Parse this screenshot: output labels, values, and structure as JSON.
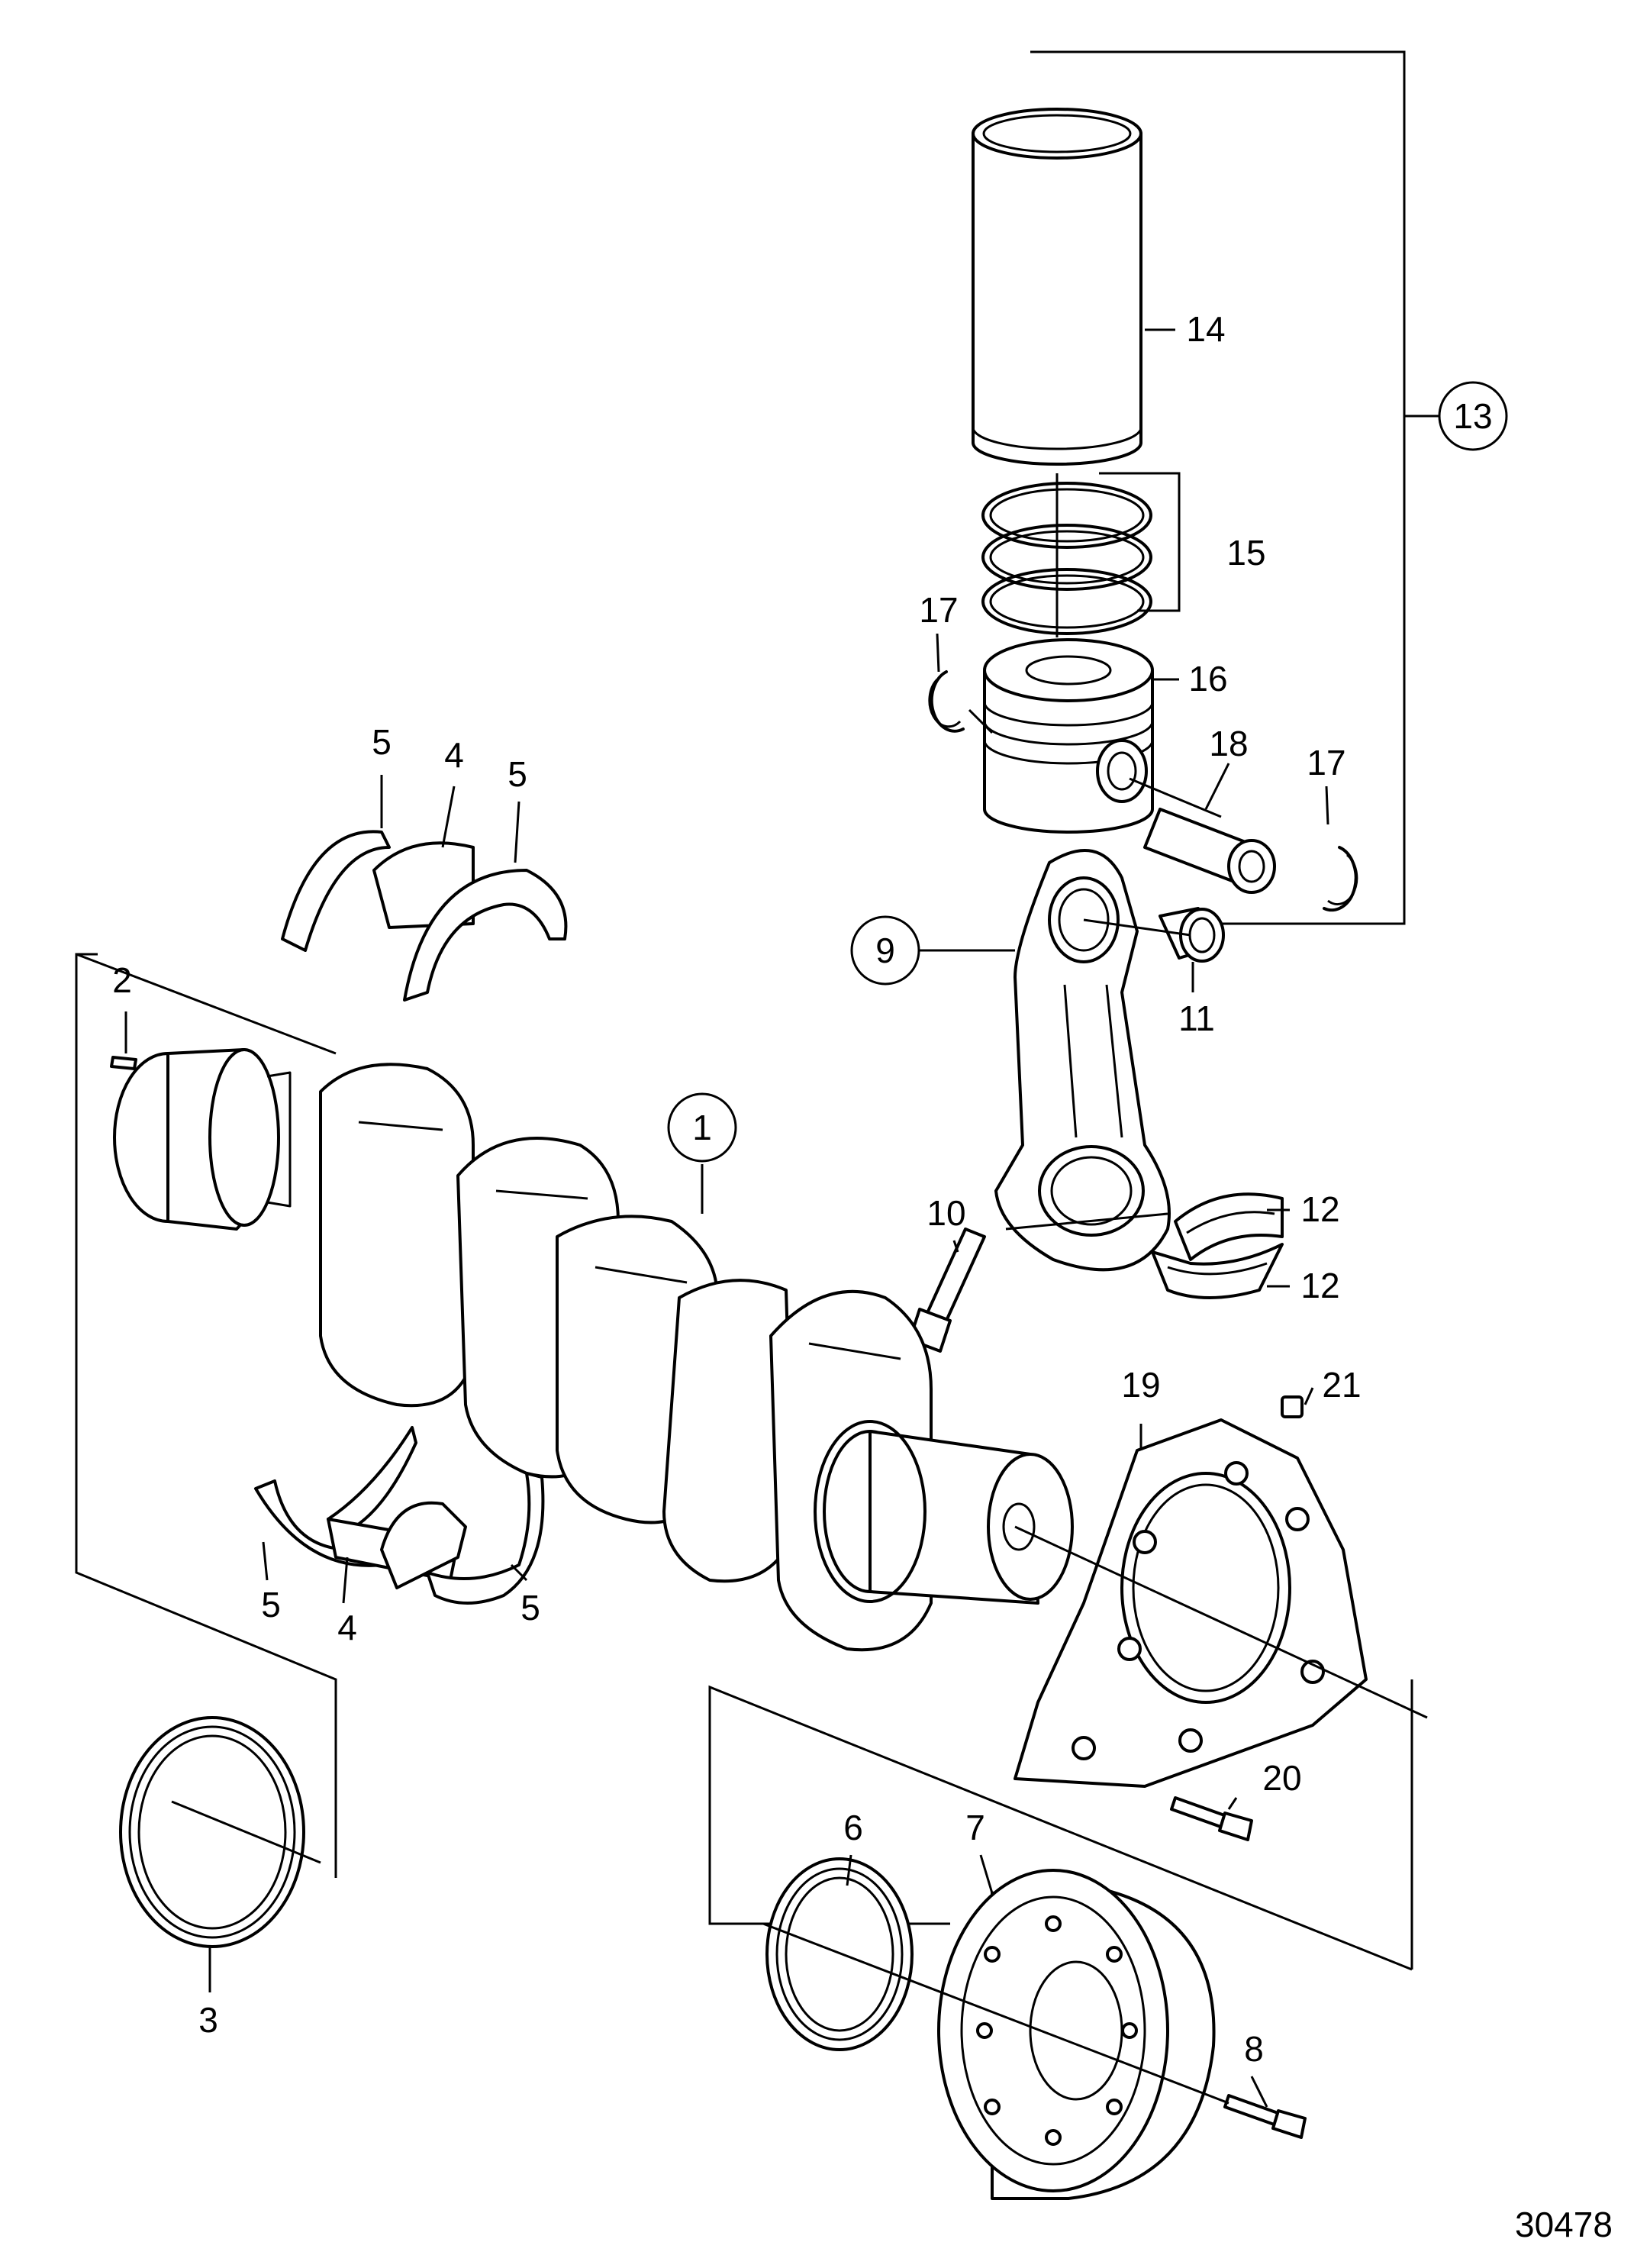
{
  "diagram": {
    "drawing_number": "30478",
    "callouts": [
      {
        "id": "c1",
        "text": "1",
        "circled": true
      },
      {
        "id": "c2",
        "text": "2",
        "circled": false
      },
      {
        "id": "c3",
        "text": "3",
        "circled": false
      },
      {
        "id": "c4a",
        "text": "4",
        "circled": false
      },
      {
        "id": "c4b",
        "text": "4",
        "circled": false
      },
      {
        "id": "c5a",
        "text": "5",
        "circled": false
      },
      {
        "id": "c5b",
        "text": "5",
        "circled": false
      },
      {
        "id": "c5c",
        "text": "5",
        "circled": false
      },
      {
        "id": "c5d",
        "text": "5",
        "circled": false
      },
      {
        "id": "c6",
        "text": "6",
        "circled": false
      },
      {
        "id": "c7",
        "text": "7",
        "circled": false
      },
      {
        "id": "c8",
        "text": "8",
        "circled": false
      },
      {
        "id": "c9",
        "text": "9",
        "circled": true
      },
      {
        "id": "c10",
        "text": "10",
        "circled": false
      },
      {
        "id": "c11",
        "text": "11",
        "circled": false
      },
      {
        "id": "c12a",
        "text": "12",
        "circled": false
      },
      {
        "id": "c12b",
        "text": "12",
        "circled": false
      },
      {
        "id": "c13",
        "text": "13",
        "circled": true
      },
      {
        "id": "c14",
        "text": "14",
        "circled": false
      },
      {
        "id": "c15",
        "text": "15",
        "circled": false
      },
      {
        "id": "c16",
        "text": "16",
        "circled": false
      },
      {
        "id": "c17a",
        "text": "17",
        "circled": false
      },
      {
        "id": "c17b",
        "text": "17",
        "circled": false
      },
      {
        "id": "c18",
        "text": "18",
        "circled": false
      },
      {
        "id": "c19",
        "text": "19",
        "circled": false
      },
      {
        "id": "c20",
        "text": "20",
        "circled": false
      },
      {
        "id": "c21",
        "text": "21",
        "circled": false
      }
    ]
  }
}
